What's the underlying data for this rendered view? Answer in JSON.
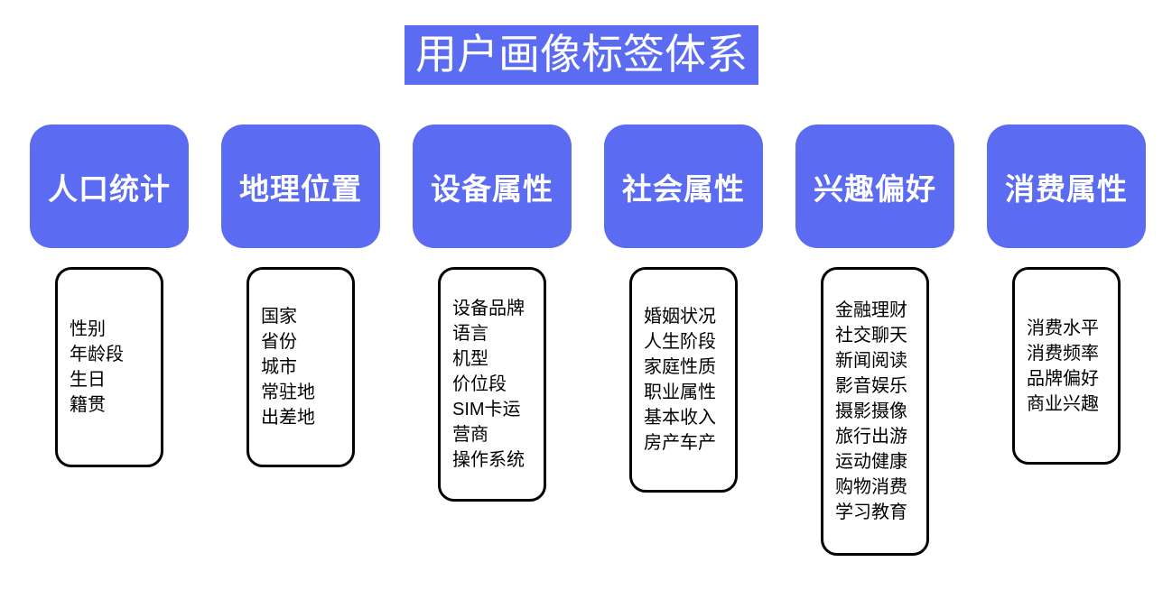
{
  "title": "用户画像标签体系",
  "columns": [
    {
      "label": "人口统计",
      "items": [
        "性别",
        "年龄段",
        "生日",
        "籍贯"
      ]
    },
    {
      "label": "地理位置",
      "items": [
        "国家",
        "省份",
        "城市",
        "常驻地",
        "出差地"
      ]
    },
    {
      "label": "设备属性",
      "items": [
        "设备品牌",
        "语言",
        "机型",
        "价位段",
        "SIM卡运营商",
        "操作系统"
      ]
    },
    {
      "label": "社会属性",
      "items": [
        "婚姻状况",
        "人生阶段",
        "家庭性质",
        "职业属性",
        "基本收入",
        "房产车产"
      ]
    },
    {
      "label": "兴趣偏好",
      "items": [
        "金融理财",
        "社交聊天",
        "新闻阅读",
        "影音娱乐",
        "摄影摄像",
        "旅行出游",
        "运动健康",
        "购物消费",
        "学习教育"
      ]
    },
    {
      "label": "消费属性",
      "items": [
        "消费水平",
        "消费频率",
        "品牌偏好",
        "商业兴趣"
      ]
    }
  ],
  "colors": {
    "accent": "#5B6CF2",
    "text_on_accent": "#FFFFFF",
    "box_border": "#000000",
    "background": "#FFFFFF"
  }
}
